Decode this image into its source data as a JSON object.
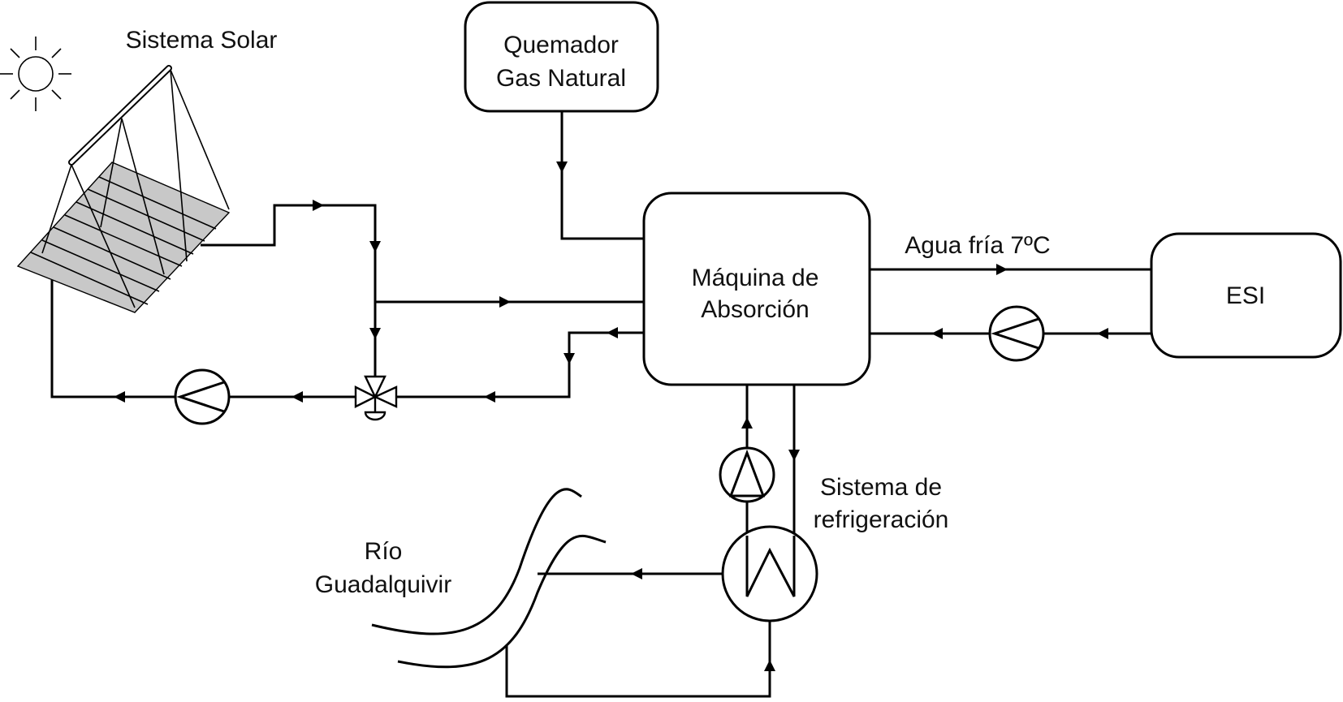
{
  "labels": {
    "solar_system": "Sistema Solar",
    "burner_line1": "Quemador",
    "burner_line2": "Gas Natural",
    "machine_line1": "Máquina de",
    "machine_line2": "Absorción",
    "cold_water": "Agua fría 7ºC",
    "esi": "ESI",
    "cooling_line1": "Sistema de",
    "cooling_line2": "refrigeración",
    "river_line1": "Río",
    "river_line2": "Guadalquivir"
  },
  "icons": [
    "sun-icon",
    "solar-collector-icon",
    "pump-icon",
    "three-way-valve-icon",
    "heat-exchanger-icon",
    "river-icon"
  ]
}
